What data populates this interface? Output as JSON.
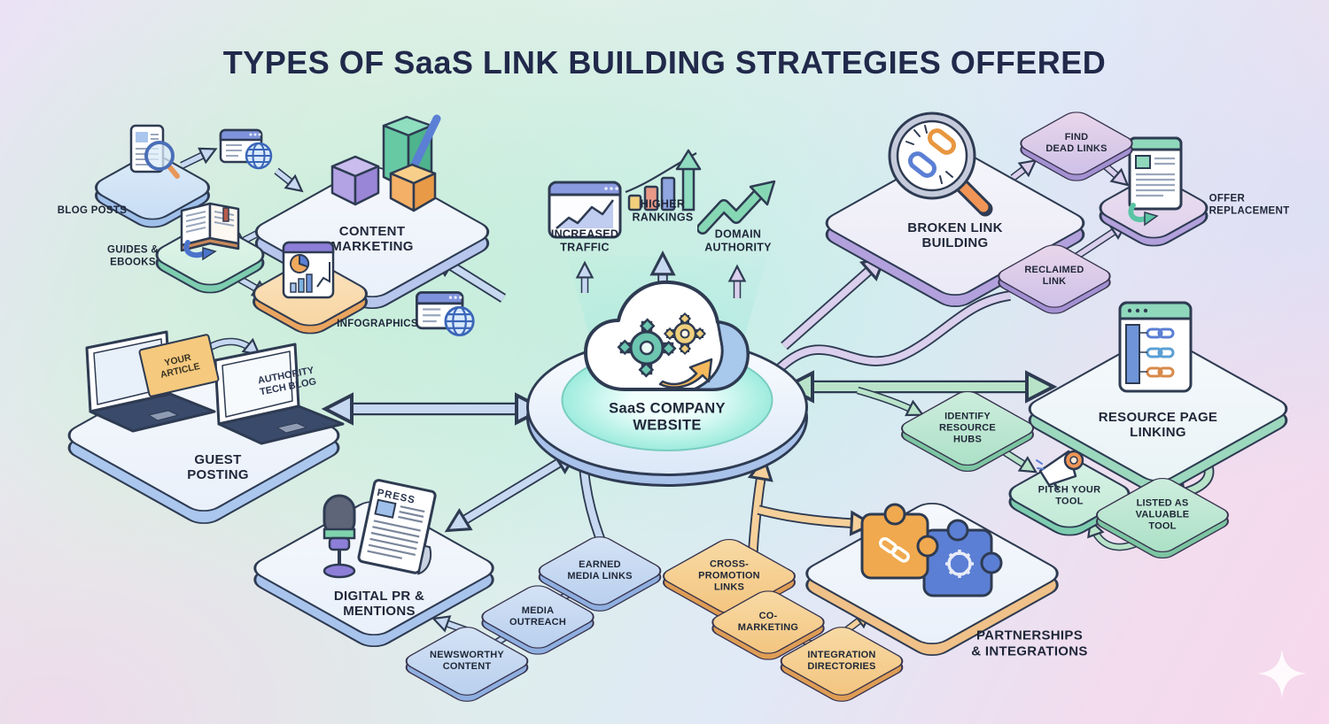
{
  "title": "TYPES OF SaaS LINK BUILDING STRATEGIES OFFERED",
  "center": {
    "label": "SaaS COMPANY\nWEBSITE"
  },
  "benefits": {
    "traffic": "INCREASED\nTRAFFIC",
    "rankings": "HIGHER\nRANKINGS",
    "authority": "DOMAIN\nAUTHORITY"
  },
  "content_marketing": {
    "label": "CONTENT\nMARKETING",
    "blog_posts": "BLOG POSTS",
    "guides": "GUIDES &\nEBOOKS",
    "infographics": "INFOGRAPHICS"
  },
  "guest_posting": {
    "label": "GUEST\nPOSTING",
    "your_article": "YOUR\nARTICLE",
    "authority_blog": "AUTHORITY\nTECH BLOG"
  },
  "digital_pr": {
    "label": "DIGITAL PR &\nMENTIONS",
    "press": "PRESS",
    "newsworthy": "NEWSWORTHY\nCONTENT",
    "outreach": "MEDIA\nOUTREACH",
    "earned": "EARNED\nMEDIA LINKS"
  },
  "broken_link": {
    "label": "BROKEN LINK\nBUILDING",
    "find_dead": "FIND\nDEAD LINKS",
    "offer": "OFFER\nREPLACEMENT",
    "reclaimed": "RECLAIMED\nLINK"
  },
  "resource_page": {
    "label": "RESOURCE PAGE\nLINKING",
    "identify": "IDENTIFY\nRESOURCE\nHUBS",
    "pitch": "PITCH YOUR\nTOOL",
    "listed": "LISTED AS\nVALUABLE\nTOOL"
  },
  "partnerships": {
    "label": "PARTNERSHIPS\n& INTEGRATIONS",
    "cross": "CROSS-\nPROMOTION\nLINKS",
    "comarketing": "CO-\nMARKETING",
    "integration": "INTEGRATION\nDIRECTORIES"
  },
  "colors": {
    "title": "#21294b",
    "arrow_blue": "#c7d9f1",
    "arrow_green": "#b9e3c9",
    "arrow_purple": "#dacfec",
    "arrow_orange": "#f6d09a",
    "badge_purple": "#cdbfe8",
    "badge_blue": "#b8cfee",
    "badge_green": "#abe0c6",
    "badge_orange": "#f3c47e",
    "glow_teal": "#9cebdd"
  }
}
